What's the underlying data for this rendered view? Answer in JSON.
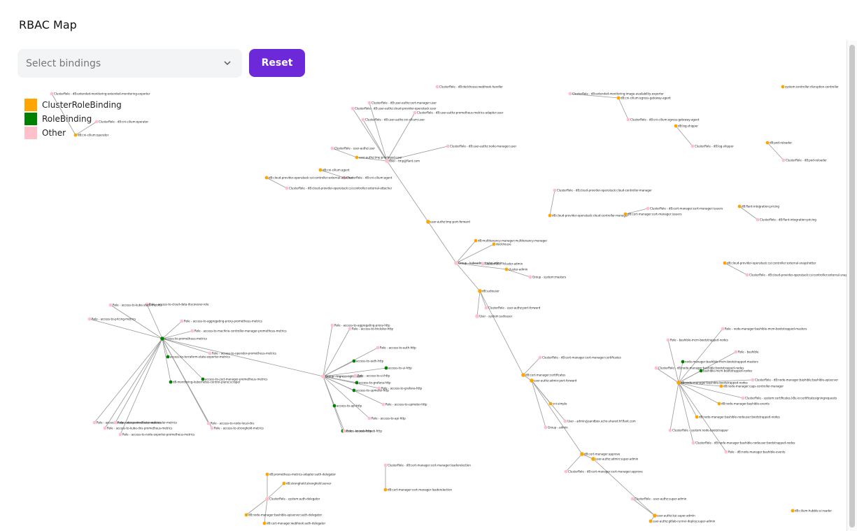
{
  "page": {
    "title": "RBAC Map"
  },
  "controls": {
    "select_placeholder": "Select bindings",
    "reset_label": "Reset"
  },
  "legend": [
    {
      "label": "ClusterRoleBinding",
      "color": "#FFA500"
    },
    {
      "label": "RoleBinding",
      "color": "#008000"
    },
    {
      "label": "Other",
      "color": "#FFC0CB"
    }
  ],
  "graph": {
    "edge_color": "#999999",
    "nodes": [
      {
        "id": "hub1",
        "kind": "Other",
        "label": "User - tmp@flant.com"
      },
      {
        "id": "hub2",
        "kind": "ClusterRoleBinding",
        "label": "user-authz:tmp:port-forward"
      },
      {
        "id": "hub3",
        "kind": "Other",
        "label": "Group - kubeadm:cluster-admins"
      },
      {
        "id": "hub4",
        "kind": "ClusterRoleBinding",
        "label": "d8:sudouser"
      },
      {
        "id": "hub5",
        "kind": "Other",
        "label": "User - system:sudouser"
      },
      {
        "id": "hub6",
        "kind": "ClusterRoleBinding",
        "label": "d8:cert-manager:certificates"
      },
      {
        "id": "hub7",
        "kind": "ClusterRoleBinding",
        "label": "user-authz:admin:port-forward"
      },
      {
        "id": "hub8",
        "kind": "ClusterRoleBinding",
        "label": "d8:cert-manager:approve"
      },
      {
        "id": "hub9",
        "kind": "ClusterRoleBinding",
        "label": "user-authz:admin:super-admin"
      },
      {
        "id": "hub10",
        "kind": "ClusterRoleBinding",
        "label": "user-authz:kui:super-admin"
      },
      {
        "id": "hub11",
        "kind": "ClusterRoleBinding",
        "label": "d8:node-manager:bashible-bootstrapped-nodes"
      },
      {
        "id": "hub12",
        "kind": "Other",
        "label": "Group - ingress-nginx:auth"
      },
      {
        "id": "hub13",
        "kind": "RoleBinding",
        "label": "access-to-prometheus-metrics"
      },
      {
        "id": "hub14",
        "kind": "Other",
        "label": "ClusterRole - system:auth-delegator"
      },
      {
        "id": "n1",
        "kind": "Other",
        "label": "ClusterRole - d8:extended-monitoring:extended-monitoring-exporter"
      },
      {
        "id": "n2",
        "kind": "Other",
        "label": "ClusterRole - d8:cni-cilium:operator"
      },
      {
        "id": "n3",
        "kind": "ClusterRoleBinding",
        "label": "d8:cni-cilium:operator"
      },
      {
        "id": "n4",
        "kind": "Other",
        "label": "ClusterRole - d8:deckhouse:webhook-handler"
      },
      {
        "id": "n5",
        "kind": "Other",
        "label": "ClusterRole - d8:user-authz:cert-manager:user"
      },
      {
        "id": "n6",
        "kind": "Other",
        "label": "ClusterRole - d8:user-authz:cloud-provider-openstack:user"
      },
      {
        "id": "n7",
        "kind": "Other",
        "label": "ClusterRole - d8:user-authz:prometheus-metrics-adapter:user"
      },
      {
        "id": "n8",
        "kind": "Other",
        "label": "ClusterRole - d8:user-authz:cni-cilium:user"
      },
      {
        "id": "n9",
        "kind": "Other",
        "label": "ClusterRole - d8:user-authz:node-manager:user"
      },
      {
        "id": "n10",
        "kind": "ClusterRoleBinding",
        "label": "user-authz:tmp:privileged-user"
      },
      {
        "id": "n11",
        "kind": "Other",
        "label": "ClusterRole - user-authz:user"
      },
      {
        "id": "n12",
        "kind": "ClusterRoleBinding",
        "label": "d8:cni-cilium:agent"
      },
      {
        "id": "n13",
        "kind": "Other",
        "label": "ClusterRole - d8:cni-cilium:agent"
      },
      {
        "id": "n14",
        "kind": "ClusterRoleBinding",
        "label": "d8:cloud-provider-openstack:csi:controller:external-attacher"
      },
      {
        "id": "n15",
        "kind": "Other",
        "label": "ClusterRole - d8:cloud-provider-openstack:csi:controller:external-attacher"
      },
      {
        "id": "n16",
        "kind": "Other",
        "label": "ClusterRole - d8:extended-monitoring:image-availability-exporter"
      },
      {
        "id": "n17",
        "kind": "ClusterRoleBinding",
        "label": "d8:cni-cilium:egress-gateway-agent"
      },
      {
        "id": "n18",
        "kind": "Other",
        "label": "ClusterRole - d8:cni-cilium:egress-gateway-agent"
      },
      {
        "id": "n19",
        "kind": "ClusterRoleBinding",
        "label": "d8:log-shipper"
      },
      {
        "id": "n20",
        "kind": "Other",
        "label": "ClusterRole - d8:log-shipper"
      },
      {
        "id": "n21",
        "kind": "ClusterRoleBinding",
        "label": "system:controller:disruption-controller"
      },
      {
        "id": "n22",
        "kind": "ClusterRoleBinding",
        "label": "d8:pod-reloader"
      },
      {
        "id": "n23",
        "kind": "Other",
        "label": "ClusterRole - d8:pod-reloader"
      },
      {
        "id": "n24",
        "kind": "Other",
        "label": "ClusterRole - d8:cloud-provider-openstack:cloud-controller-manager"
      },
      {
        "id": "n25",
        "kind": "ClusterRoleBinding",
        "label": "d8:cloud-provider-openstack:cloud-controller-manager"
      },
      {
        "id": "n26",
        "kind": "Other",
        "label": "ClusterRole - d8:cert-manager:cert-manager:issuers"
      },
      {
        "id": "n27",
        "kind": "ClusterRoleBinding",
        "label": "d8:cert-manager:cert-manager:issuers"
      },
      {
        "id": "n28",
        "kind": "ClusterRoleBinding",
        "label": "d8:flant-integration:pricing"
      },
      {
        "id": "n29",
        "kind": "Other",
        "label": "ClusterRole - d8:flant-integration:pricing"
      },
      {
        "id": "n30",
        "kind": "ClusterRoleBinding",
        "label": "d8:multitenancy-manager:multitenancy-manager"
      },
      {
        "id": "n31",
        "kind": "ClusterRoleBinding",
        "label": "deckhouse"
      },
      {
        "id": "n32",
        "kind": "Other",
        "label": "ClusterRole - cluster-admin"
      },
      {
        "id": "n33",
        "kind": "ClusterRoleBinding",
        "label": "cluster-admin"
      },
      {
        "id": "n34",
        "kind": "Other",
        "label": "Group - system:masters"
      },
      {
        "id": "n35",
        "kind": "Other",
        "label": "ClusterRole - user-authz:port-forward"
      },
      {
        "id": "n36",
        "kind": "ClusterRoleBinding",
        "label": "d8:cloud-provider-openstack:csi:controller:external-snapshotter"
      },
      {
        "id": "n37",
        "kind": "Other",
        "label": "ClusterRole - d8:cloud-provider-openstack:csi:controller:external-snapshotter"
      },
      {
        "id": "n38",
        "kind": "Other",
        "label": "ClusterRole - d8:cert-manager:cert-manager:certificates"
      },
      {
        "id": "n39",
        "kind": "ClusterRoleBinding",
        "label": "cni-simple"
      },
      {
        "id": "n40",
        "kind": "Other",
        "label": "User - admin@sandbox.echo-shared.hf.flant.com"
      },
      {
        "id": "n41",
        "kind": "Other",
        "label": "Group - admin"
      },
      {
        "id": "n42",
        "kind": "Other",
        "label": "ClusterRole - d8:cert-manager:cert-manager:approve"
      },
      {
        "id": "n43",
        "kind": "Other",
        "label": "ClusterRole - user-authz:super-admin"
      },
      {
        "id": "n44",
        "kind": "ClusterRoleBinding",
        "label": "user-authz:gitlab-runner-deploy:super-admin"
      },
      {
        "id": "n45",
        "kind": "ClusterRoleBinding",
        "label": "d8:cilium-hubble:ui:reader"
      },
      {
        "id": "n46",
        "kind": "Other",
        "label": "ClusterRole - d8:cert-manager:cert-manager:leaderelection"
      },
      {
        "id": "n47",
        "kind": "ClusterRoleBinding",
        "label": "d8:cert-manager:cert-manager:leaderelection"
      },
      {
        "id": "n48",
        "kind": "ClusterRoleBinding",
        "label": "d8:prometheus-metrics-adapter:auth-delegator"
      },
      {
        "id": "n49",
        "kind": "ClusterRoleBinding",
        "label": "d8:stronghold:stronghold:server"
      },
      {
        "id": "n50",
        "kind": "ClusterRoleBinding",
        "label": "d8:node-manager:bashible-apiserver:auth-delegator"
      },
      {
        "id": "n51",
        "kind": "ClusterRoleBinding",
        "label": "d8:cert-manager:webhook:auth-delegator"
      },
      {
        "id": "n52",
        "kind": "Other",
        "label": "Role - node-manager:bashible-mcm-bootstrapped-masters"
      },
      {
        "id": "n53",
        "kind": "Other",
        "label": "Role - bashible-mcm-bootstrapped-nodes"
      },
      {
        "id": "n54",
        "kind": "Other",
        "label": "Role - bashible"
      },
      {
        "id": "n55",
        "kind": "RoleBinding",
        "label": "node-manager:bashible-mcm-bootstrapped-masters"
      },
      {
        "id": "n56",
        "kind": "RoleBinding",
        "label": "bashible-mcm-bootstrapped-nodes"
      },
      {
        "id": "n57",
        "kind": "Other",
        "label": "ClusterRole - d8:node-manager:bashible:bootstrapped-nodes"
      },
      {
        "id": "n58",
        "kind": "Other",
        "label": "ClusterRole - d8:node-manager:bashible:bashible-apiserver"
      },
      {
        "id": "n59",
        "kind": "ClusterRoleBinding",
        "label": "d8:node-manager:caps-controller-manager"
      },
      {
        "id": "n60",
        "kind": "Other",
        "label": "ClusterRole - system:certificates.k8s.io:certificatesigningrequests"
      },
      {
        "id": "n61",
        "kind": "ClusterRoleBinding",
        "label": "d8:node-manager:bashible-events"
      },
      {
        "id": "n62",
        "kind": "Other",
        "label": "Role - d8:node-manager:bashible-events"
      },
      {
        "id": "n63",
        "kind": "Other",
        "label": "ClusterRole - system:node-bootstrapper"
      },
      {
        "id": "n64",
        "kind": "ClusterRoleBinding",
        "label": "d8:node-manager:bashible-nodeuser:bootstrapped-nodes"
      },
      {
        "id": "n65",
        "kind": "Other",
        "label": "ClusterRole - d8:node-manager:bashible-nodeuser:bootstrapped-nodes"
      },
      {
        "id": "n66",
        "kind": "Other",
        "label": "Role - access-to-aggregating-proxy-http"
      },
      {
        "id": "n67",
        "kind": "Other",
        "label": "Role - access-to-trickster-http"
      },
      {
        "id": "n68",
        "kind": "Other",
        "label": "Role - access-to-auth-http"
      },
      {
        "id": "n69",
        "kind": "RoleBinding",
        "label": "access-to-auth-http"
      },
      {
        "id": "n70",
        "kind": "RoleBinding",
        "label": "access-to-ui-http"
      },
      {
        "id": "n71",
        "kind": "Other",
        "label": "Role - access-to-ui-http"
      },
      {
        "id": "n72",
        "kind": "RoleBinding",
        "label": "access-to-grafana-http"
      },
      {
        "id": "n73",
        "kind": "Other",
        "label": "Role - access-to-grafana-http"
      },
      {
        "id": "n74",
        "kind": "RoleBinding",
        "label": "access-to-upmeter-http"
      },
      {
        "id": "n75",
        "kind": "Other",
        "label": "Role - access-to-upmeter-http"
      },
      {
        "id": "n76",
        "kind": "RoleBinding",
        "label": "access-to-api-http"
      },
      {
        "id": "n77",
        "kind": "Other",
        "label": "Role - access-to-api-http"
      },
      {
        "id": "n78",
        "kind": "RoleBinding",
        "label": "access-to-web-http"
      },
      {
        "id": "n79",
        "kind": "Other",
        "label": "Role - access-to-web-http"
      },
      {
        "id": "n80",
        "kind": "Other",
        "label": "Role - access-to-cloud-data-discoverer-role"
      },
      {
        "id": "n81",
        "kind": "Other",
        "label": "Role - access-to-aggregating-proxy-prometheus-metrics"
      },
      {
        "id": "n82",
        "kind": "Other",
        "label": "Role - access-to-machine-controller-manager-prometheus-metrics"
      },
      {
        "id": "n83",
        "kind": "RoleBinding",
        "label": "access-to-terraform-state-exporter-metrics"
      },
      {
        "id": "n84",
        "kind": "Other",
        "label": "Role - access-to-operator-prometheus-metrics"
      },
      {
        "id": "n85",
        "kind": "RoleBinding",
        "label": "access-to-cert-manager-prometheus-metrics"
      },
      {
        "id": "n86",
        "kind": "RoleBinding",
        "label": "d8-monitoring-kubernetes-control-plane:scraper"
      },
      {
        "id": "n87",
        "kind": "Other",
        "label": "Role - access-to-node-local-dns"
      },
      {
        "id": "n88",
        "kind": "Other",
        "label": "Role - access-to-stronghold-metrics"
      },
      {
        "id": "n89",
        "kind": "Other",
        "label": "Role - access-to-kube-state-metrics"
      },
      {
        "id": "n90",
        "kind": "Other",
        "label": "Role - access-to-pricing-metrics"
      },
      {
        "id": "n91",
        "kind": "Other",
        "label": "Role - access-to-operator-prometheus-metrics"
      },
      {
        "id": "n92",
        "kind": "Other",
        "label": "Role - access-to-cluster-autoscaler-metrics"
      },
      {
        "id": "n93",
        "kind": "Other",
        "label": "Role - access-to-kube-dns-prometheus-metrics"
      },
      {
        "id": "n94",
        "kind": "Other",
        "label": "Role - access-to-node-exporter-prometheus-metrics"
      }
    ],
    "edges": [
      [
        "hub1",
        "hub2"
      ],
      [
        "hub2",
        "hub3"
      ],
      [
        "hub3",
        "hub4"
      ],
      [
        "hub4",
        "hub5"
      ],
      [
        "hub4",
        "hub6"
      ],
      [
        "hub6",
        "hub7"
      ],
      [
        "hub7",
        "hub8"
      ],
      [
        "hub8",
        "hub9"
      ],
      [
        "hub9",
        "hub10"
      ],
      [
        "hub3",
        "n30"
      ],
      [
        "hub3",
        "n31"
      ],
      [
        "hub3",
        "n32"
      ],
      [
        "hub3",
        "n33"
      ],
      [
        "n33",
        "n34"
      ],
      [
        "hub4",
        "n35"
      ],
      [
        "hub6",
        "n38"
      ],
      [
        "hub7",
        "n39"
      ],
      [
        "hub7",
        "n40"
      ],
      [
        "hub7",
        "n41"
      ],
      [
        "hub8",
        "n42"
      ],
      [
        "hub10",
        "n43"
      ],
      [
        "hub10",
        "n44"
      ],
      [
        "hub1",
        "n5"
      ],
      [
        "hub1",
        "n6"
      ],
      [
        "hub1",
        "n7"
      ],
      [
        "hub1",
        "n8"
      ],
      [
        "hub1",
        "n9"
      ],
      [
        "hub1",
        "n10"
      ],
      [
        "n10",
        "n11"
      ],
      [
        "n12",
        "n13"
      ],
      [
        "n14",
        "n15"
      ],
      [
        "n16",
        "n17"
      ],
      [
        "n17",
        "n18"
      ],
      [
        "n19",
        "n20"
      ],
      [
        "n22",
        "n23"
      ],
      [
        "n24",
        "n25"
      ],
      [
        "n26",
        "n27"
      ],
      [
        "n28",
        "n29"
      ],
      [
        "n36",
        "n37"
      ],
      [
        "n1",
        "n3"
      ],
      [
        "n2",
        "n3"
      ],
      [
        "n46",
        "n47"
      ],
      [
        "hub14",
        "n48"
      ],
      [
        "hub14",
        "n49"
      ],
      [
        "hub14",
        "n50"
      ],
      [
        "hub14",
        "n51"
      ],
      [
        "hub11",
        "n52"
      ],
      [
        "hub11",
        "n53"
      ],
      [
        "hub11",
        "n54"
      ],
      [
        "hub11",
        "n55"
      ],
      [
        "hub11",
        "n56"
      ],
      [
        "hub11",
        "n57"
      ],
      [
        "hub11",
        "n58"
      ],
      [
        "hub11",
        "n59"
      ],
      [
        "hub11",
        "n60"
      ],
      [
        "hub11",
        "n61"
      ],
      [
        "hub11",
        "n62"
      ],
      [
        "hub11",
        "n63"
      ],
      [
        "hub11",
        "n64"
      ],
      [
        "hub11",
        "n65"
      ],
      [
        "hub12",
        "n66"
      ],
      [
        "hub12",
        "n67"
      ],
      [
        "hub12",
        "n68"
      ],
      [
        "hub12",
        "n69"
      ],
      [
        "hub12",
        "n70"
      ],
      [
        "hub12",
        "n71"
      ],
      [
        "hub12",
        "n72"
      ],
      [
        "hub12",
        "n73"
      ],
      [
        "hub12",
        "n74"
      ],
      [
        "hub12",
        "n75"
      ],
      [
        "hub12",
        "n76"
      ],
      [
        "hub12",
        "n77"
      ],
      [
        "hub12",
        "n78"
      ],
      [
        "hub12",
        "n79"
      ],
      [
        "hub12",
        "hub13"
      ],
      [
        "hub13",
        "n80"
      ],
      [
        "hub13",
        "n81"
      ],
      [
        "hub13",
        "n82"
      ],
      [
        "hub13",
        "n83"
      ],
      [
        "hub13",
        "n84"
      ],
      [
        "hub13",
        "n85"
      ],
      [
        "hub13",
        "n86"
      ],
      [
        "hub13",
        "n87"
      ],
      [
        "hub13",
        "n88"
      ],
      [
        "hub13",
        "n89"
      ],
      [
        "hub13",
        "n90"
      ],
      [
        "hub13",
        "n91"
      ],
      [
        "hub13",
        "n92"
      ],
      [
        "hub13",
        "n93"
      ],
      [
        "hub13",
        "n94"
      ]
    ]
  }
}
